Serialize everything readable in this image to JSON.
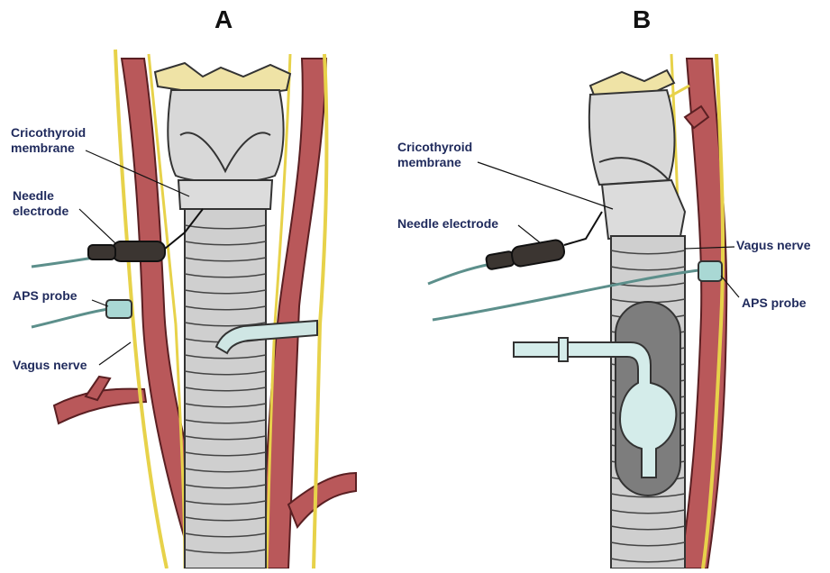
{
  "panels": {
    "a": {
      "letter": "A",
      "labels": {
        "cricothyroid_line1": "Cricothyroid",
        "cricothyroid_line2": "membrane",
        "needle_line1": "Needle",
        "needle_line2": "electrode",
        "aps_probe": "APS probe",
        "vagus_nerve": "Vagus nerve"
      }
    },
    "b": {
      "letter": "B",
      "labels": {
        "cricothyroid_line1": "Cricothyroid",
        "cricothyroid_line2": "membrane",
        "needle_electrode": "Needle electrode",
        "vagus_nerve": "Vagus nerve",
        "aps_probe": "APS probe"
      }
    }
  },
  "colors": {
    "artery": "#b9585a",
    "artery_outline": "#5a1f22",
    "nerve": "#e7d24a",
    "cartilage": "#d8d8d8",
    "thyroid_top": "#efe3a6",
    "trachea": "#cfcfcf",
    "probe": "#a9d8d4",
    "electrode": "#3b3531",
    "cuff": "#7d7d7d",
    "label": "#1f2a5c"
  }
}
